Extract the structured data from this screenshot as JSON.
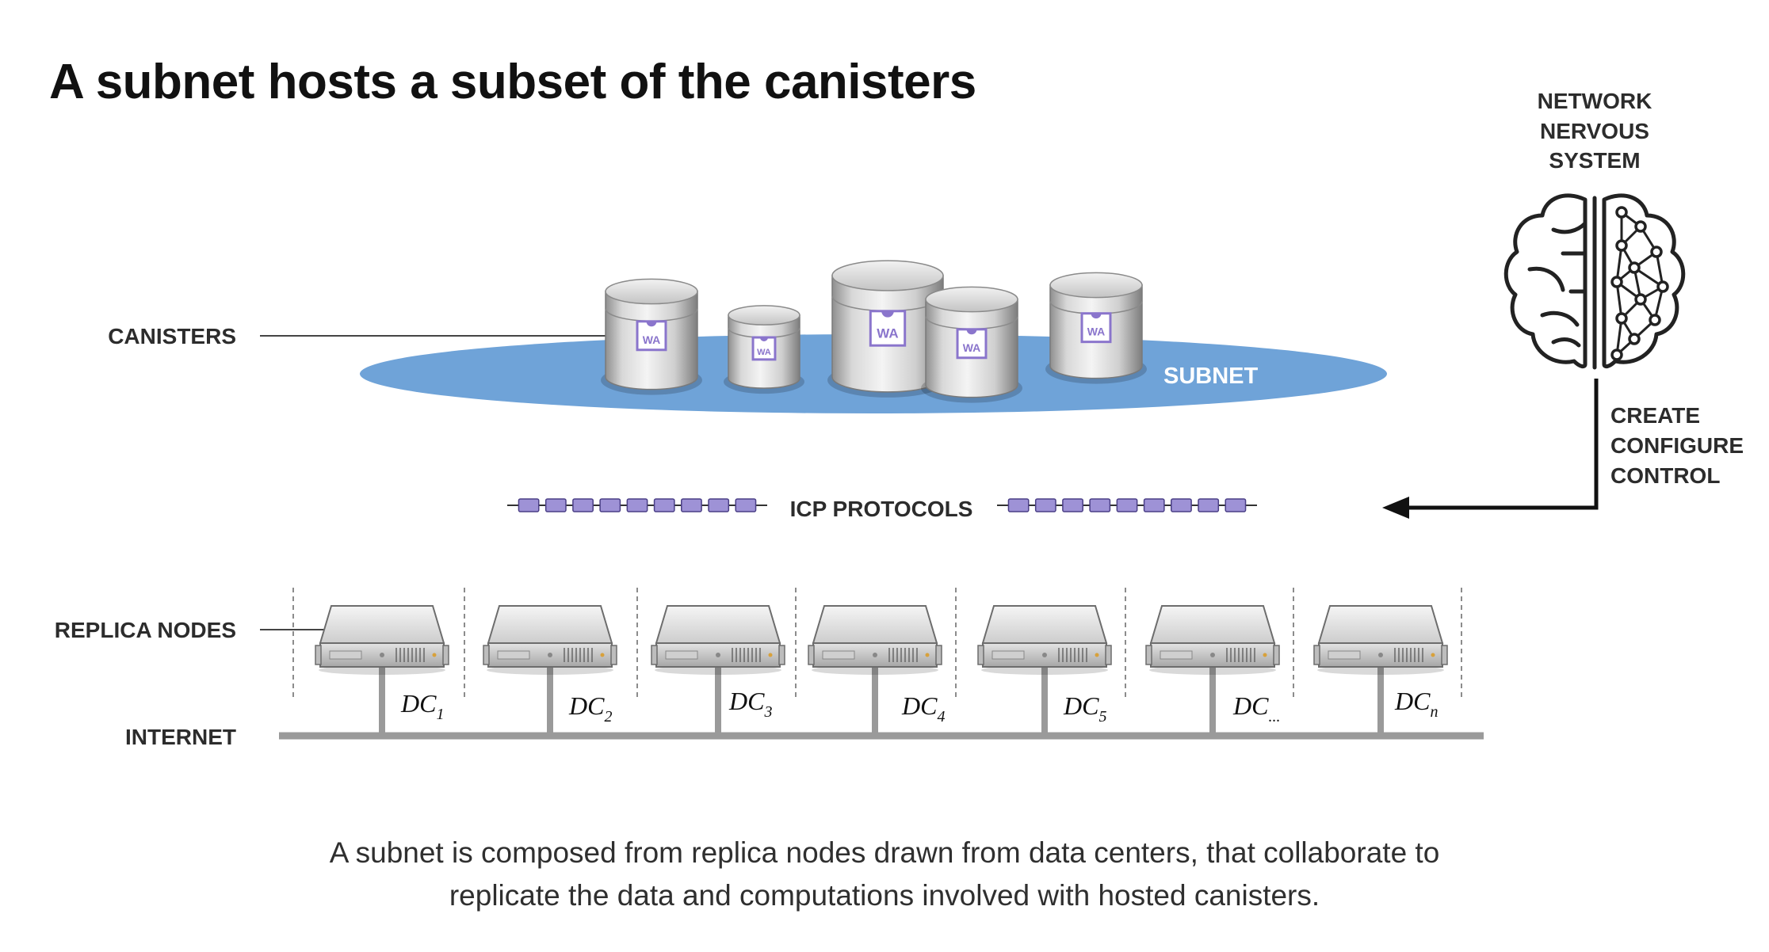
{
  "title": "A subnet hosts a subset of the canisters",
  "labels": {
    "canisters": "CANISTERS",
    "subnet": "SUBNET",
    "protocols": "ICP PROTOCOLS",
    "replica_nodes": "REPLICA NODES",
    "internet": "INTERNET",
    "canister_badge": "WA"
  },
  "nns": {
    "lines": [
      "NETWORK",
      "NERVOUS",
      "SYSTEM"
    ],
    "actions": [
      "CREATE",
      "CONFIGURE",
      "CONTROL"
    ]
  },
  "data_centers": [
    {
      "base": "DC",
      "sub": "1"
    },
    {
      "base": "DC",
      "sub": "2"
    },
    {
      "base": "DC",
      "sub": "3"
    },
    {
      "base": "DC",
      "sub": "4"
    },
    {
      "base": "DC",
      "sub": "5"
    },
    {
      "base": "DC",
      "sub": "..."
    },
    {
      "base": "DC",
      "sub": "n"
    }
  ],
  "caption": [
    "A subnet is composed from replica nodes drawn from data centers, that collaborate to",
    "replicate the data and computations involved with hosted canisters."
  ],
  "colors": {
    "subnet": "#6fa3d8",
    "badge": "#8a75cc",
    "protocol_block": "#9e92d6",
    "internet_line": "#9a9a9a",
    "canister_body": "#c9c9c9"
  },
  "icons": {
    "canister": "database-cylinder-icon",
    "server": "rack-server-icon",
    "brain": "brain-network-icon",
    "arrow": "arrow-left-icon"
  }
}
